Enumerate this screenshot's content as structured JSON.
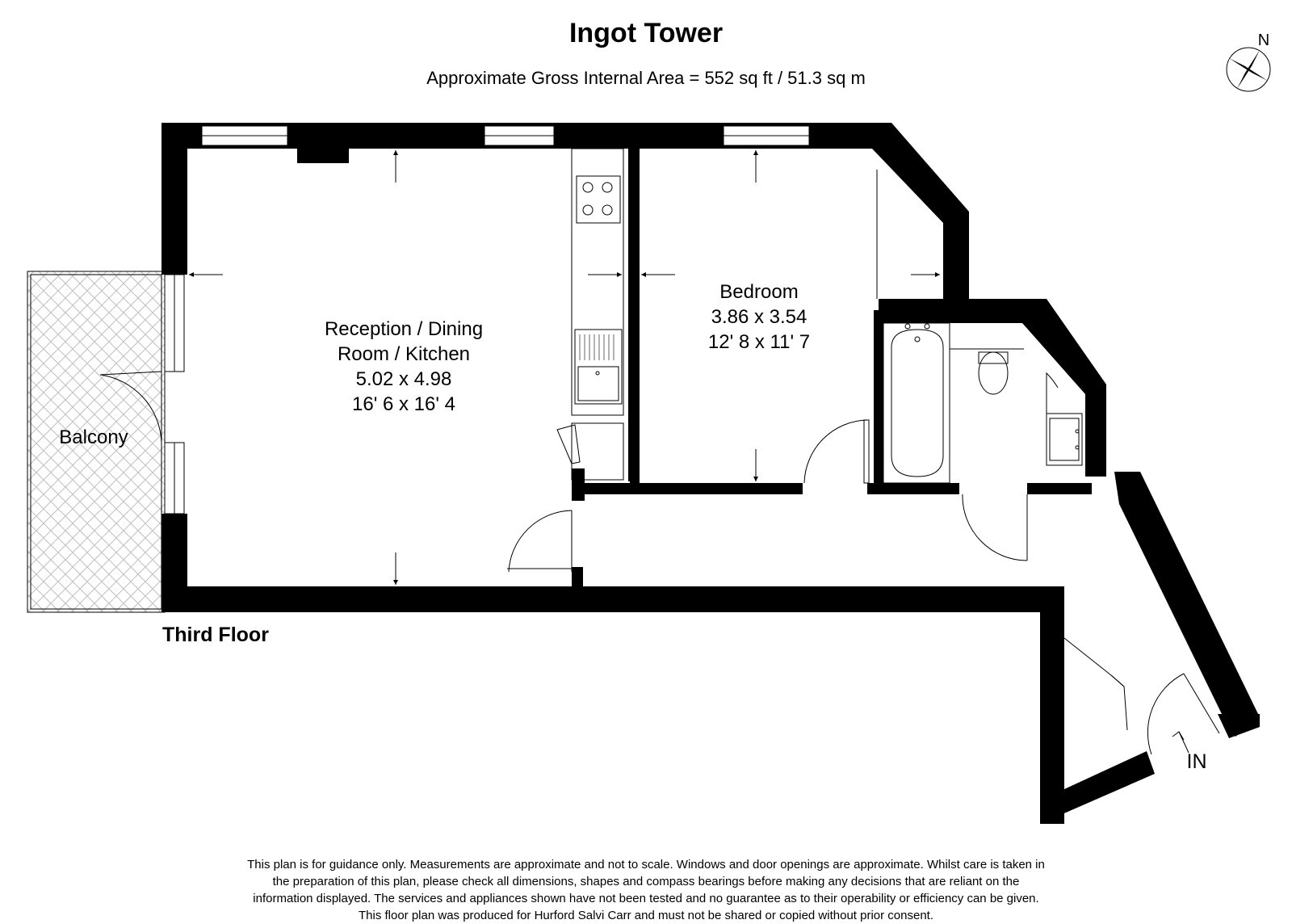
{
  "header": {
    "title": "Ingot Tower",
    "subtitle": "Approximate Gross Internal Area = 552 sq ft / 51.3 sq m"
  },
  "compass": {
    "letter": "N"
  },
  "rooms": {
    "reception": {
      "name_line1": "Reception / Dining",
      "name_line2": "Room / Kitchen",
      "metric": "5.02 x 4.98",
      "imperial": "16' 6 x 16' 4"
    },
    "bedroom": {
      "name": "Bedroom",
      "metric": "3.86 x 3.54",
      "imperial": "12' 8 x 11' 7"
    },
    "balcony": {
      "name": "Balcony"
    }
  },
  "entrance": {
    "label": "IN"
  },
  "floor": {
    "label": "Third Floor"
  },
  "disclaimer": {
    "line1": "This plan is for guidance only. Measurements are approximate and not to scale. Windows and door openings are approximate. Whilst care is taken in",
    "line2": "the preparation of this plan, please check all dimensions, shapes and compass bearings before making any decisions that are reliant on the",
    "line3": "information displayed. The services and appliances shown have not been tested and no guarantee as to their operability or efficiency can be given.",
    "line4": "This floor plan was produced for Hurford Salvi Carr and must not be shared or copied without prior consent."
  },
  "colors": {
    "wall": "#000000",
    "balcony_hatch": "#bfbfbf",
    "background": "#ffffff"
  }
}
